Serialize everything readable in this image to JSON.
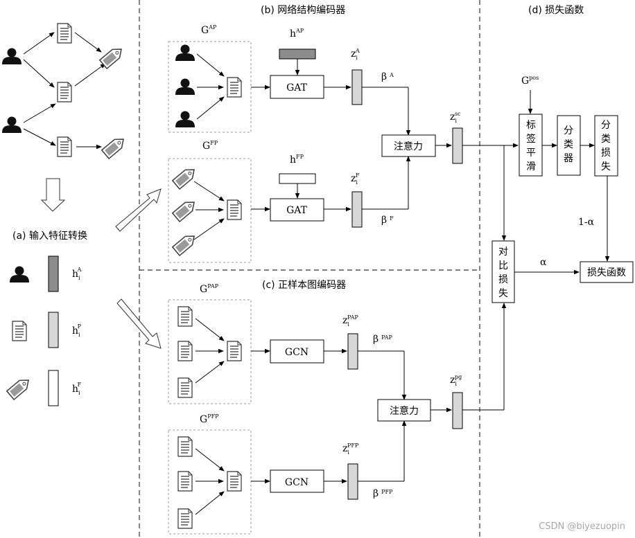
{
  "sections": {
    "a": "(a) 输入特征转换",
    "b": "(b) 网络结构编码器",
    "c": "(c) 正样本图编码器",
    "d": "(d) 损失函数"
  },
  "legend": [
    {
      "base": "h",
      "sub": "i",
      "sup": "A"
    },
    {
      "base": "h",
      "sub": "i",
      "sup": "P"
    },
    {
      "base": "h",
      "sub": "i",
      "sup": "F"
    }
  ],
  "panel_b": {
    "g_ap": {
      "base": "G",
      "sup": "AP"
    },
    "g_fp": {
      "base": "G",
      "sup": "FP"
    },
    "h_ap": {
      "base": "h",
      "sup": "AP"
    },
    "h_fp": {
      "base": "h",
      "sup": "FP"
    },
    "gat_label": "GAT",
    "z_a": {
      "base": "z",
      "sub": "i",
      "sup": "A"
    },
    "z_f": {
      "base": "z",
      "sub": "i",
      "sup": "F"
    },
    "beta_a": {
      "base": "β",
      "sup": "A"
    },
    "beta_f": {
      "base": "β",
      "sup": "F"
    },
    "attention": "注意力",
    "z_sc": {
      "base": "z",
      "sub": "i",
      "sup": "sc"
    }
  },
  "panel_c": {
    "g_pap": {
      "base": "G",
      "sup": "PAP"
    },
    "g_pfp": {
      "base": "G",
      "sup": "PFP"
    },
    "gcn_label": "GCN",
    "z_pap": {
      "base": "z",
      "sub": "i",
      "sup": "PAP"
    },
    "z_pfp": {
      "base": "z",
      "sub": "i",
      "sup": "PFP"
    },
    "beta_pap": {
      "base": "β",
      "sup": "PAP"
    },
    "beta_pfp": {
      "base": "β",
      "sup": "PFP"
    },
    "attention": "注意力",
    "z_pg": {
      "base": "z",
      "sub": "i",
      "sup": "pg"
    }
  },
  "panel_d": {
    "g_pos": {
      "base": "G",
      "sup": "pos"
    },
    "label_smoothing": [
      "标",
      "签",
      "平",
      "滑"
    ],
    "classifier": [
      "分",
      "类",
      "器"
    ],
    "classification_loss": [
      "分",
      "类",
      "损",
      "失"
    ],
    "one_minus_alpha": "1-α",
    "contrastive_loss": [
      "对",
      "比",
      "损",
      "失"
    ],
    "alpha": "α",
    "loss_function": "损失函数"
  },
  "watermark": "CSDN @biyezuopin"
}
